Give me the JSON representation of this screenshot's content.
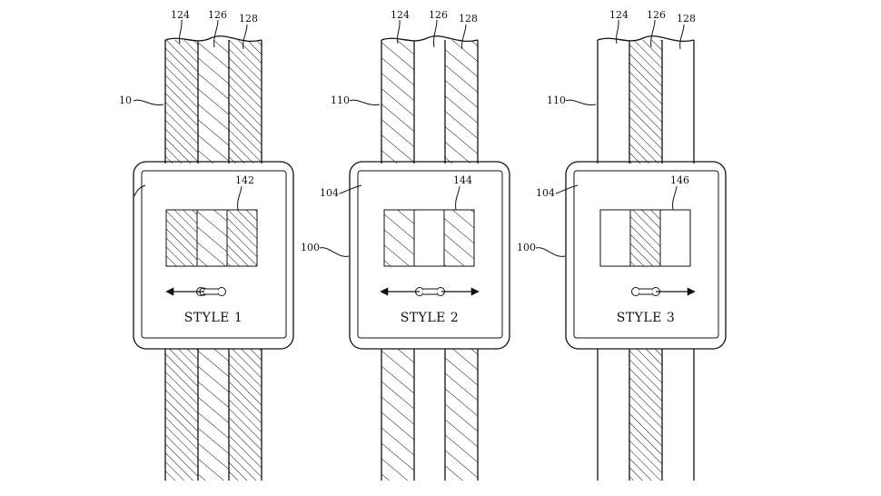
{
  "watches": [
    {
      "style_label": "STYLE 1",
      "band_labels": [
        "124",
        "126",
        "128"
      ],
      "band_ref": "10",
      "housing_ref": "",
      "body_ref": "",
      "swatch_ref": "142",
      "stripes": [
        "dense",
        "wide",
        "dense"
      ],
      "arrows": "left"
    },
    {
      "style_label": "STYLE 2",
      "band_labels": [
        "124",
        "126",
        "128"
      ],
      "band_ref": "110",
      "housing_ref": "104",
      "body_ref": "100",
      "swatch_ref": "144",
      "stripes": [
        "wide",
        "blank",
        "wide"
      ],
      "arrows": "both"
    },
    {
      "style_label": "STYLE 3",
      "band_labels": [
        "124",
        "126",
        "128"
      ],
      "band_ref": "110",
      "housing_ref": "104",
      "body_ref": "100",
      "swatch_ref": "146",
      "stripes": [
        "blank",
        "dense",
        "blank"
      ],
      "arrows": "right"
    }
  ],
  "colors": {
    "ink": "#111111",
    "paper": "#ffffff"
  }
}
